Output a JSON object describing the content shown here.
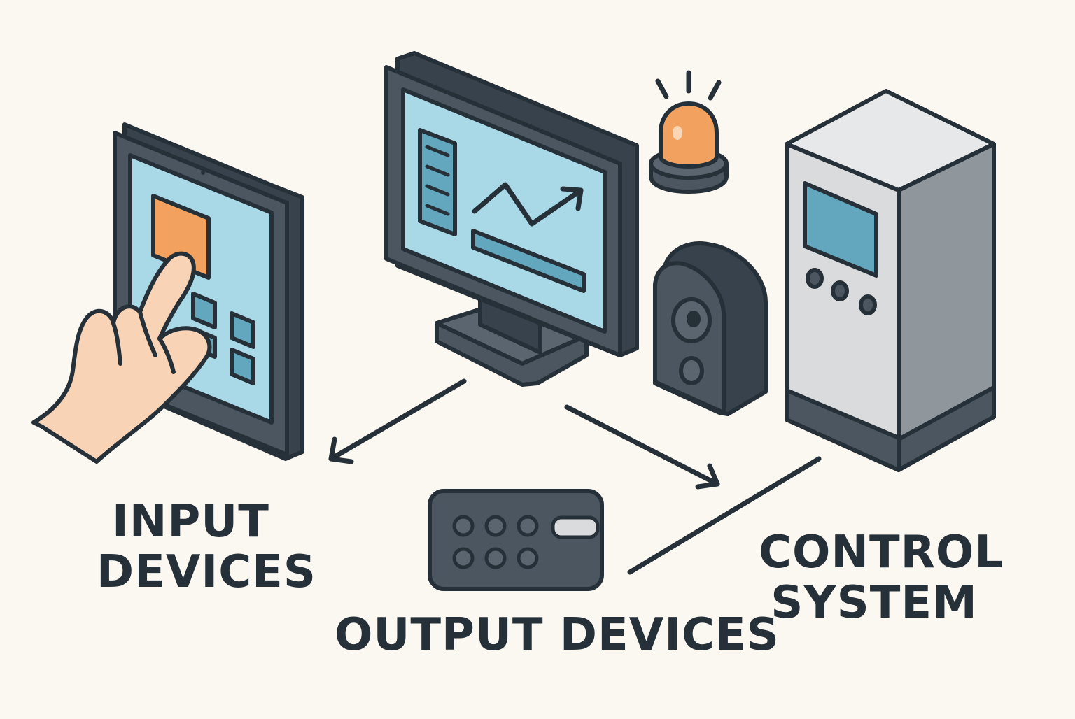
{
  "labels": {
    "input": {
      "line1": "INPUT",
      "line2": "DEVICES"
    },
    "output": "OUTPUT DEVICES",
    "control": {
      "line1": "CONTROL",
      "line2": "SYSTEM"
    }
  },
  "icons": {
    "input_device": "touch-tablet-with-hand-icon",
    "monitor": "monitor-line-chart-icon",
    "alarm": "warning-beacon-icon",
    "speaker": "speaker-icon",
    "controller": "control-cabinet-icon",
    "panel": "button-panel-icon"
  },
  "colors": {
    "background": "#fbf8f2",
    "outline": "#263038",
    "device_body": "#4b5661",
    "screen": "#a9d8e6",
    "accent_orange": "#f2a15f",
    "skin": "#f8d3b5",
    "cabinet": "#d9dbdc",
    "cabinet_side": "#8f969c"
  }
}
